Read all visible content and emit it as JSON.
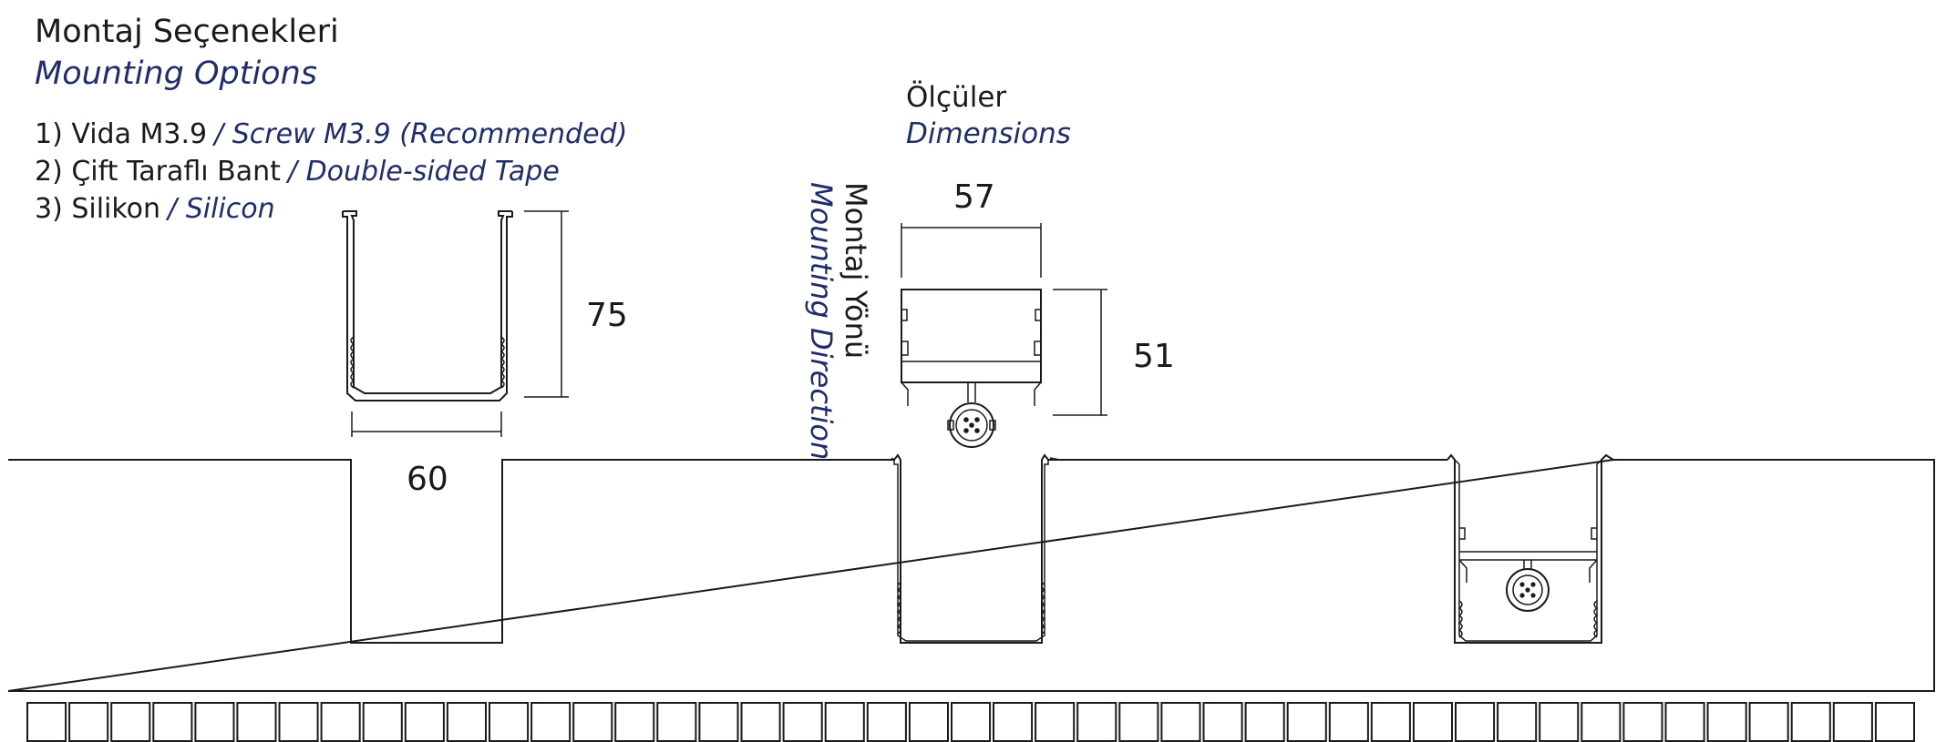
{
  "mounting": {
    "title_tr": "Montaj Seçenekleri",
    "title_en": "Mounting Options",
    "options": [
      {
        "tr": "1) Vida M3.9",
        "en": "/ Screw M3.9 (Recommended)"
      },
      {
        "tr": "2) Çift Taraflı Bant",
        "en": "/ Double-sided Tape"
      },
      {
        "tr": "3) Silikon",
        "en": "/ Silicon"
      }
    ]
  },
  "dimensions": {
    "title_tr": "Ölçüler",
    "title_en": "Dimensions",
    "profile_height": "75",
    "cutout_width": "60",
    "profile_width": "57",
    "profile_depth": "51"
  },
  "direction": {
    "label_tr": "Montaj Yönü",
    "label_en": "Mounting Direction"
  },
  "colors": {
    "line": "#1a1a1a",
    "accent_blue": "#1f2d6b"
  },
  "tiles": {
    "count": 45
  }
}
